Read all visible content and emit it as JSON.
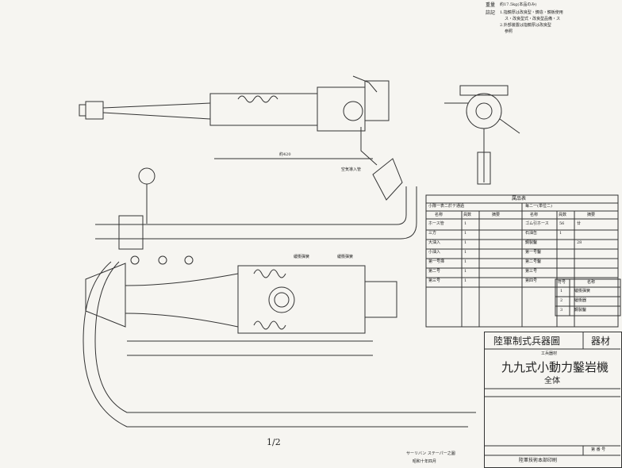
{
  "notes": {
    "heading": "重量",
    "heading2": "註記",
    "weight": "約17.5kg(本品のみ)",
    "line1": "1.指鏡厚は改良型・鋳造・鏡板使用",
    "line1b": "ス・改良型式・改良型品備・ス",
    "line2": "2.外部装置は指鏡厚は改良型",
    "line2b": "参照"
  },
  "drawing": {
    "dim_label": "約420",
    "callout_air": "空気導入管",
    "callout_spring_a": "緩衝彈簧",
    "callout_spring_b": "緩衝彈簧",
    "scale": "1/2",
    "bottom_note1": "サーリバン ステーパー之圖",
    "bottom_note2": "昭和十年四月"
  },
  "parts_table": {
    "title": "属品表",
    "sub_left": "小隊一表ニ於テ通過",
    "sub_right": "毎ニ一(単位ニ)",
    "headers": [
      "名称",
      "員数",
      "摘要",
      "名称",
      "員数",
      "摘要"
    ],
    "rows": [
      [
        "ホース管",
        "1",
        "",
        "ゴム引ホース",
        "56",
        "廿"
      ],
      [
        "三方",
        "1",
        "",
        "石油缶",
        "1",
        ""
      ],
      [
        "大油入",
        "1",
        "",
        "鋼製鑿",
        "",
        "28"
      ],
      [
        "小油入",
        "1",
        "",
        "第一号鑿",
        "",
        ""
      ],
      [
        "第一号挿",
        "1",
        "",
        "第二号鑿",
        "",
        ""
      ],
      [
        "第二号",
        "1",
        "",
        "第三号",
        "",
        ""
      ],
      [
        "第三号",
        "1",
        "",
        "第四号",
        "",
        ""
      ]
    ]
  },
  "legend": {
    "headers": [
      "符号",
      "名称"
    ],
    "rows": [
      [
        "1",
        "緩衝彈簧"
      ],
      [
        "2",
        "緩衝器"
      ],
      [
        "3",
        "鋼製鑿"
      ]
    ]
  },
  "title_block": {
    "org": "陸軍制式兵器圖",
    "category": "器材",
    "subtitle": "工兵器材",
    "name": "九九式小動力鑿岩機",
    "view": "全体",
    "drawing_no": "第 番 号",
    "footer": "陸軍技術本部印刷"
  }
}
